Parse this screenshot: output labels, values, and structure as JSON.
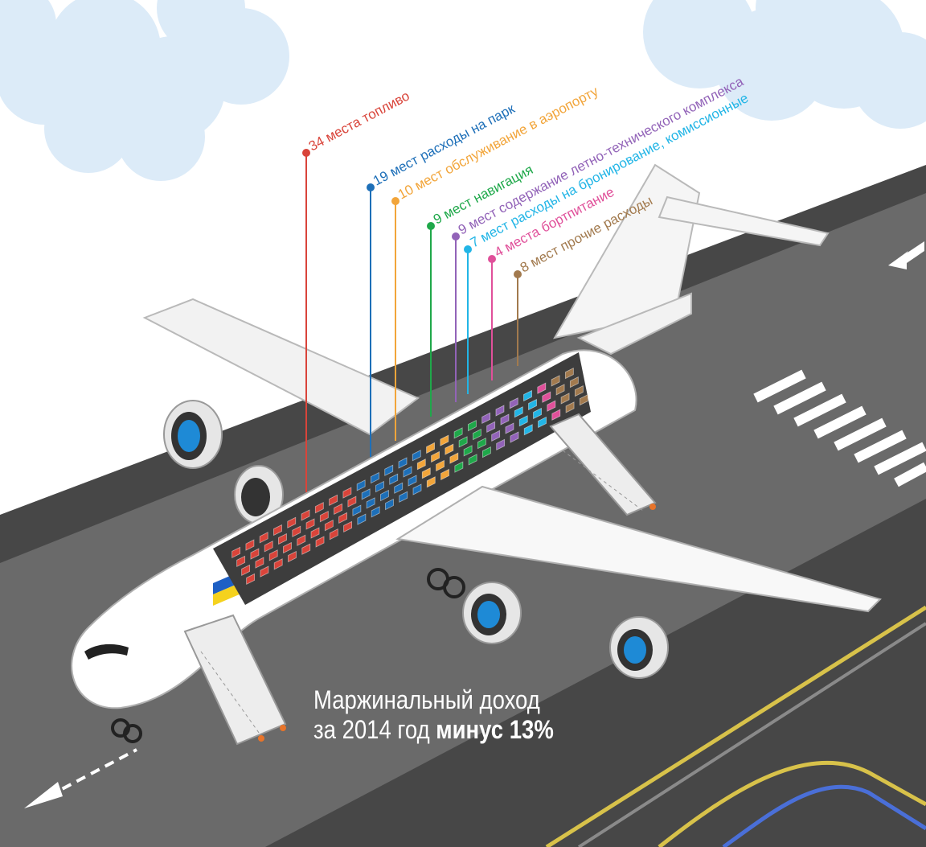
{
  "labels": [
    {
      "text": "34 места топливо",
      "color": "#d9443a",
      "seats": 34
    },
    {
      "text": "19 мест расходы на парк",
      "color": "#1d6fb8",
      "seats": 19
    },
    {
      "text": "10 мест обслуживание в аэропорту",
      "color": "#f2a53a",
      "seats": 10
    },
    {
      "text": "9 мест навигация",
      "color": "#1fa84a",
      "seats": 9
    },
    {
      "text": "9 мест содержание летно-технического комплекса",
      "color": "#9263b8",
      "seats": 9
    },
    {
      "text": "7 мест расходы на бронирование, комиссионные",
      "color": "#22b5e6",
      "seats": 7
    },
    {
      "text": "4 места бортпитание",
      "color": "#e0509a",
      "seats": 4
    },
    {
      "text": "8 мест прочие расходы",
      "color": "#a27a4e",
      "seats": 8
    }
  ],
  "caption": {
    "line1": "Маржинальный доход",
    "line2": "за 2014 год",
    "line2_bold": "минус 13%"
  },
  "colors": {
    "sky": "#dcebf8",
    "tarmac": "#4a4a4a",
    "runway": "#6a6a6a",
    "yellow_line": "#d8c24a",
    "blue_line": "#4a6fd8"
  }
}
